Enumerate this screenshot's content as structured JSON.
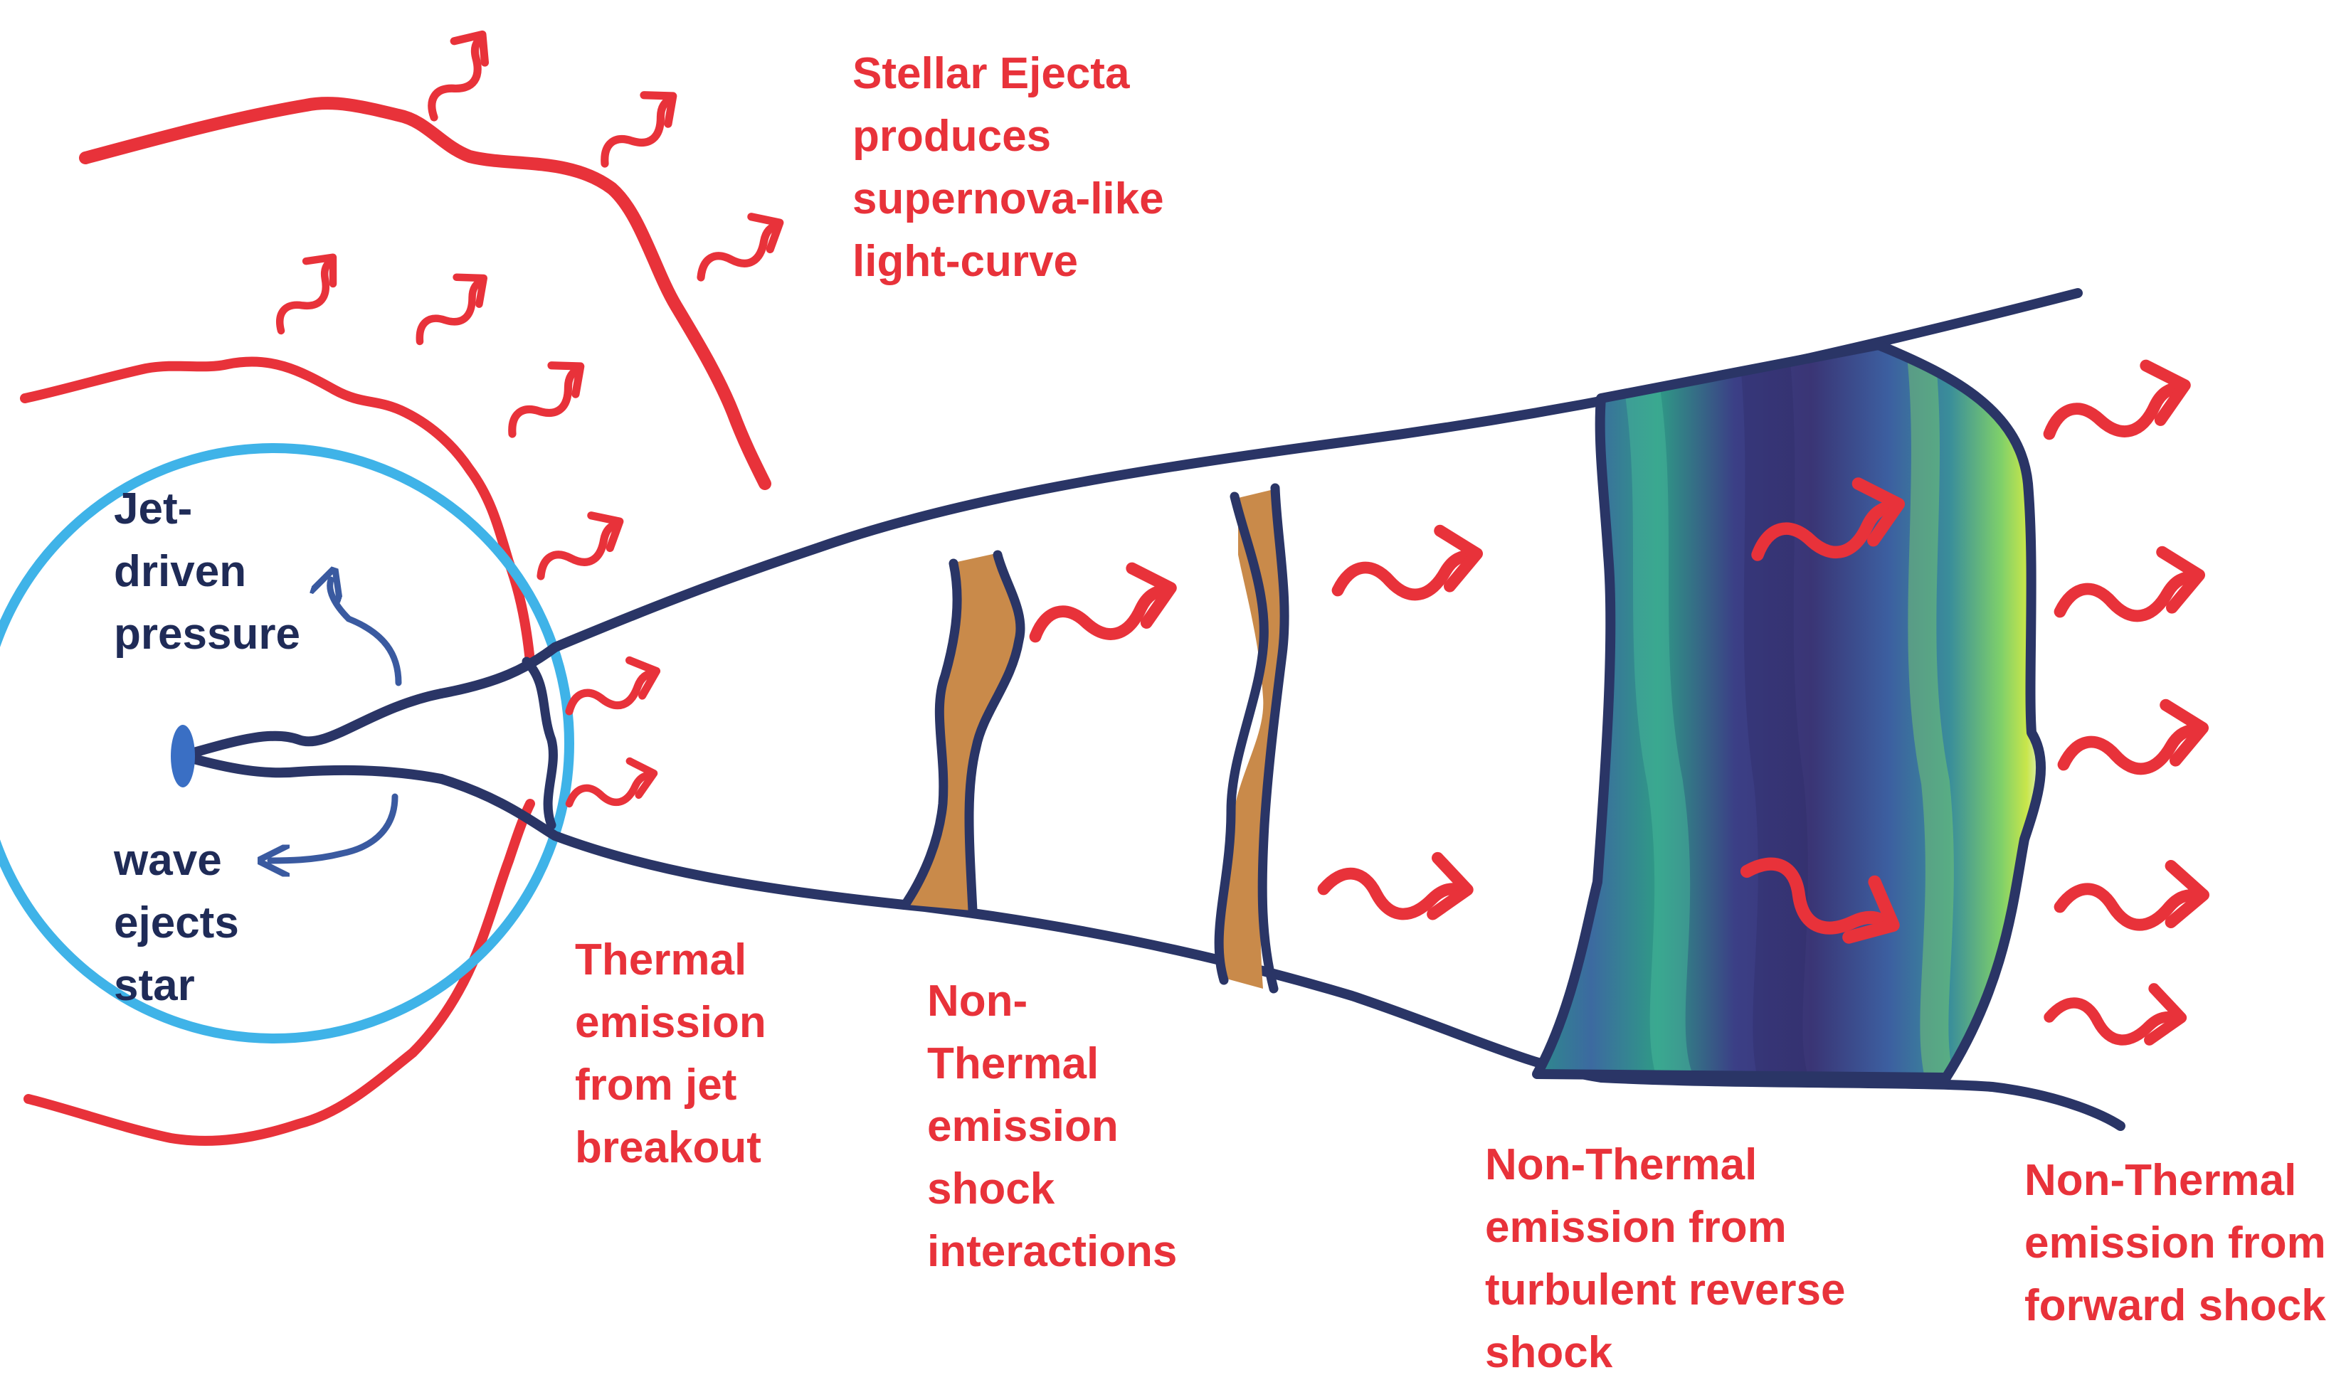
{
  "colors": {
    "red": "#e8323a",
    "navy": "#2a3566",
    "star_blue": "#3fb3e8",
    "knot_copper": "#c98a4a",
    "turbulent_dark": "#3b3f86",
    "turbulent_green": "#2f8f8a",
    "turbulent_yellow": "#c9e64a"
  },
  "labels": {
    "stellar_ejecta": [
      "Stellar Ejecta",
      "produces",
      "supernova-like",
      "light-curve"
    ],
    "jet_driven": [
      "Jet-",
      "driven",
      "pressure"
    ],
    "wave_ejects": [
      "wave",
      "ejects",
      "star"
    ],
    "thermal_breakout": [
      "Thermal",
      "emission",
      "from jet",
      "breakout"
    ],
    "nonthermal_shock": [
      "Non-",
      "Thermal",
      "emission",
      "shock",
      "interactions"
    ],
    "nonthermal_reverse": [
      "Non-Thermal",
      "emission from",
      "turbulent reverse",
      "shock"
    ],
    "nonthermal_forward": [
      "Non-Thermal",
      "emission from",
      "forward shock"
    ]
  },
  "icons": [
    "squiggle-arrow-icon",
    "curved-arrow-icon"
  ]
}
